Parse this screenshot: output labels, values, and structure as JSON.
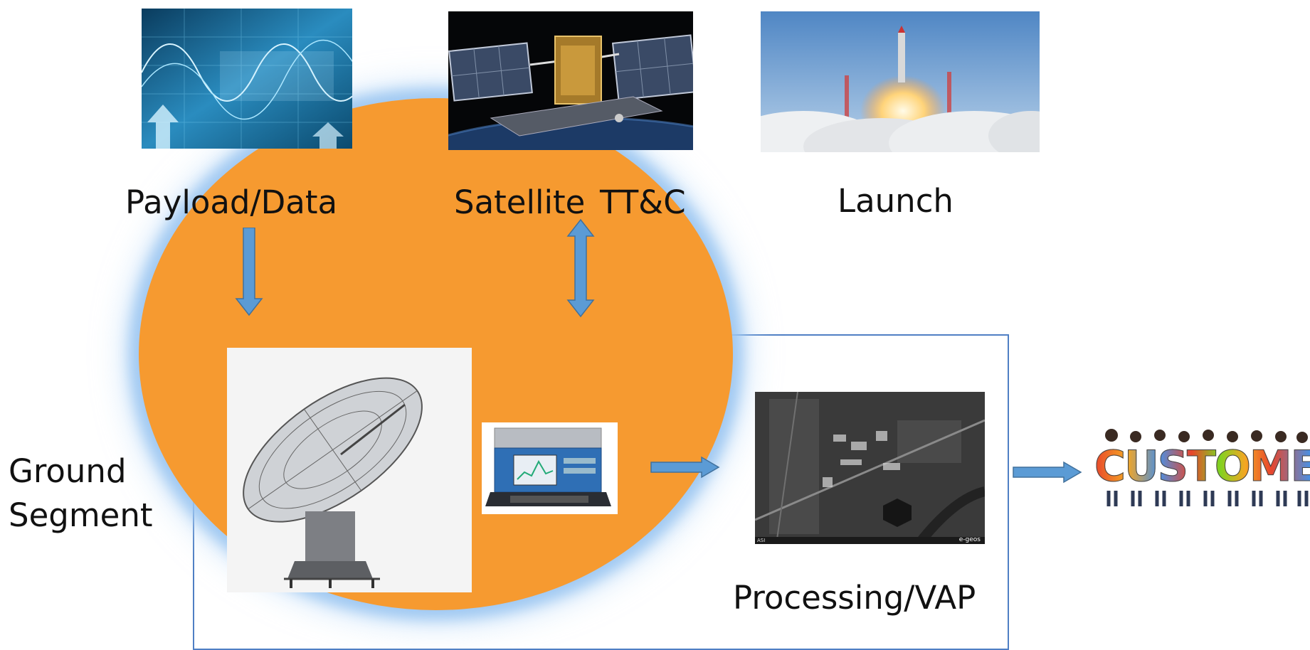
{
  "labels": {
    "payload": "Payload/Data",
    "satellite": "Satellite",
    "ttc": "TT&C",
    "launch": "Launch",
    "ground_line1": "Ground",
    "ground_line2": "Segment",
    "processing": "Processing/VAP"
  },
  "image_overlays": {
    "sar_right": "e-geos",
    "sar_left": "ASI",
    "customer": "CUSTOMER"
  },
  "colors": {
    "orange": "#f69a30",
    "arrow_blue": "#5b9bd5",
    "frame_blue": "#4f7fc4",
    "glow": "#9cc6ef"
  },
  "icons": [
    "data-image",
    "satellite-image",
    "rocket-launch-image",
    "satellite-dish-image",
    "receiver-unit-image",
    "sar-satellite-image",
    "customer-people-image"
  ]
}
